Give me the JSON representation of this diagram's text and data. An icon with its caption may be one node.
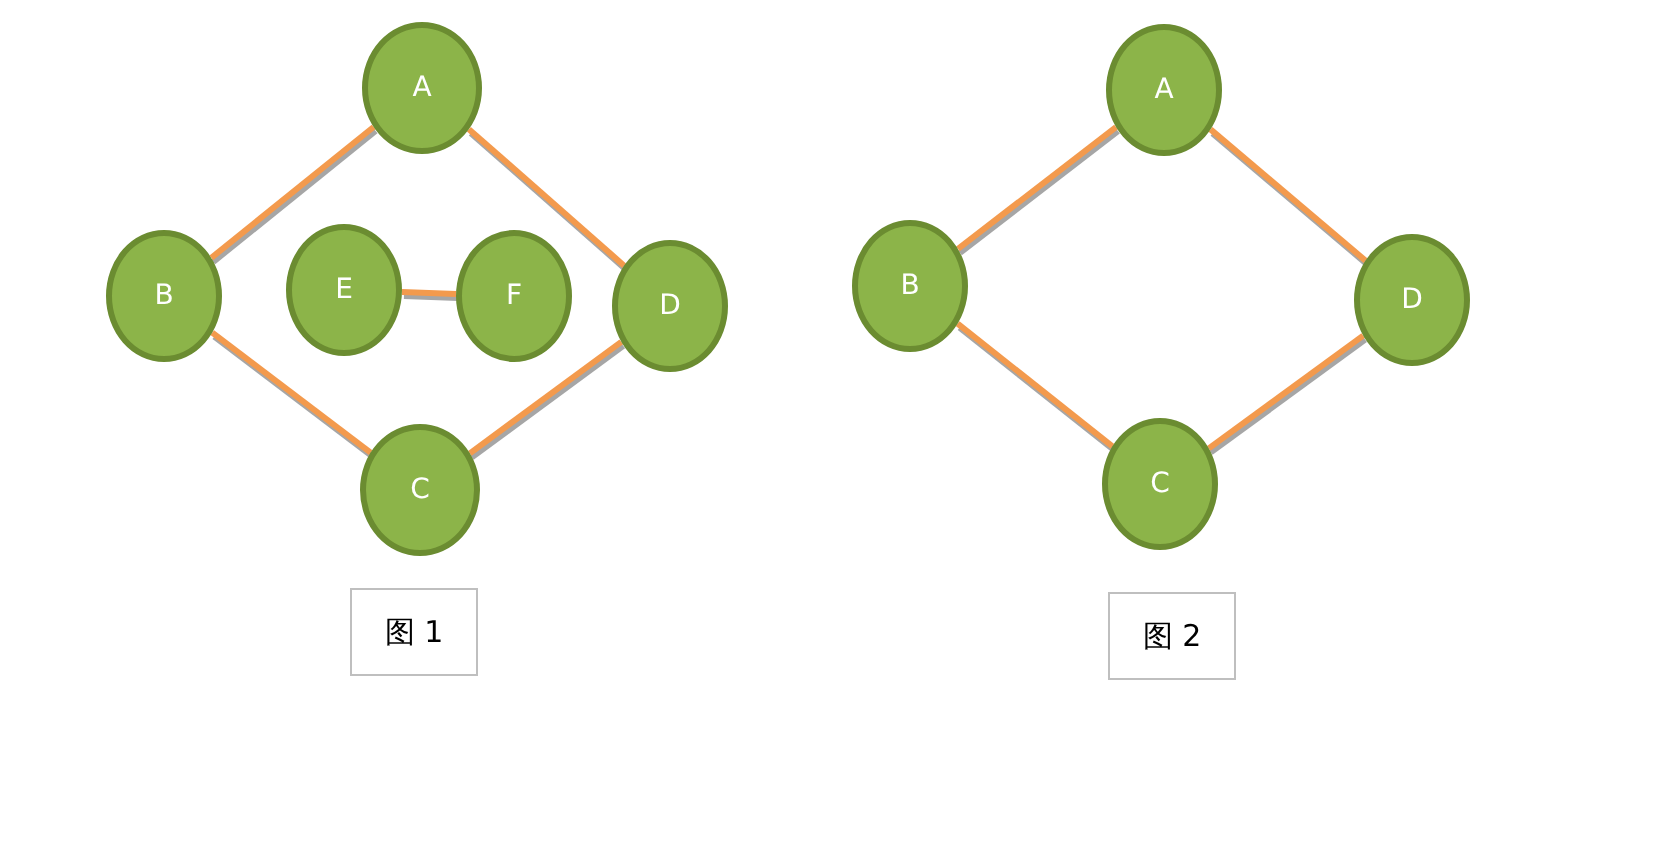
{
  "diagram": {
    "nodes": [
      {
        "text": [
          "A"
        ]
      },
      {
        "text": [
          "B"
        ]
      },
      {
        "text": [
          "E"
        ]
      },
      {
        "text": [
          "F"
        ]
      },
      {
        "text": [
          "D"
        ]
      },
      {
        "text": [
          "C"
        ]
      },
      {
        "text": [
          "图 1"
        ]
      },
      {
        "text": [
          "A"
        ]
      },
      {
        "text": [
          "B"
        ]
      },
      {
        "text": [
          "D"
        ]
      },
      {
        "text": [
          "C"
        ]
      },
      {
        "text": [
          "图 2"
        ]
      }
    ],
    "edges": [
      {
        "from": 0,
        "to": 1,
        "arrow": "none"
      },
      {
        "from": 0,
        "to": 4,
        "arrow": "none"
      },
      {
        "from": 2,
        "to": 3,
        "arrow": "none"
      },
      {
        "from": 1,
        "to": 5,
        "arrow": "none"
      },
      {
        "from": 4,
        "to": 5,
        "arrow": "none"
      },
      {
        "from": 7,
        "to": 8,
        "arrow": "none"
      },
      {
        "from": 7,
        "to": 9,
        "arrow": "none"
      },
      {
        "from": 8,
        "to": 10,
        "arrow": "none"
      },
      {
        "from": 9,
        "to": 10,
        "arrow": "none"
      }
    ]
  }
}
